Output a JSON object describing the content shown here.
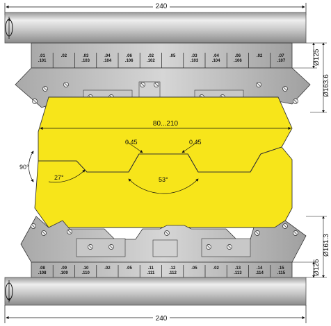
{
  "dimensions": {
    "top_width": "240",
    "bottom_width": "240",
    "adjust_range": "80...210",
    "right_top_inner": "Ø125",
    "right_top_outer": "Ø163.6",
    "right_bottom_inner": "Ø125",
    "right_bottom_outer": "Ø161.3"
  },
  "angles": {
    "left_side": "90°",
    "left_bevel": "27°",
    "center_vee": "53°",
    "offset_left": "0.45",
    "offset_right": "0.45"
  },
  "top_codes": [
    [
      ".01",
      ".101"
    ],
    [
      ".02",
      ""
    ],
    [
      ".03",
      ".103"
    ],
    [
      ".04",
      ".104"
    ],
    [
      ".06",
      ".106"
    ],
    [
      ".02",
      ".102"
    ],
    [
      ".05",
      ""
    ],
    [
      ".03",
      ".103"
    ],
    [
      ".04",
      ".104"
    ],
    [
      ".06",
      ".106"
    ],
    [
      ".02",
      ""
    ],
    [
      ".07",
      ".107"
    ]
  ],
  "bottom_codes": [
    [
      ".08",
      ".108"
    ],
    [
      ".09",
      ".109"
    ],
    [
      ".10",
      ".110"
    ],
    [
      ".02",
      ""
    ],
    [
      ".05",
      ""
    ],
    [
      ".11",
      ".111"
    ],
    [
      ".12",
      ".112"
    ],
    [
      ".05",
      ""
    ],
    [
      ".02",
      ""
    ],
    [
      ".13",
      ".113"
    ],
    [
      ".14",
      ".114"
    ],
    [
      ".15",
      ".115"
    ]
  ],
  "colors": {
    "workpiece": "#f7e51a",
    "tool_gray": "#b9b9b9",
    "shaft_gray": "#c9c9c9"
  },
  "icons": [
    "rotation-arrow-icon",
    "screw-icon"
  ]
}
